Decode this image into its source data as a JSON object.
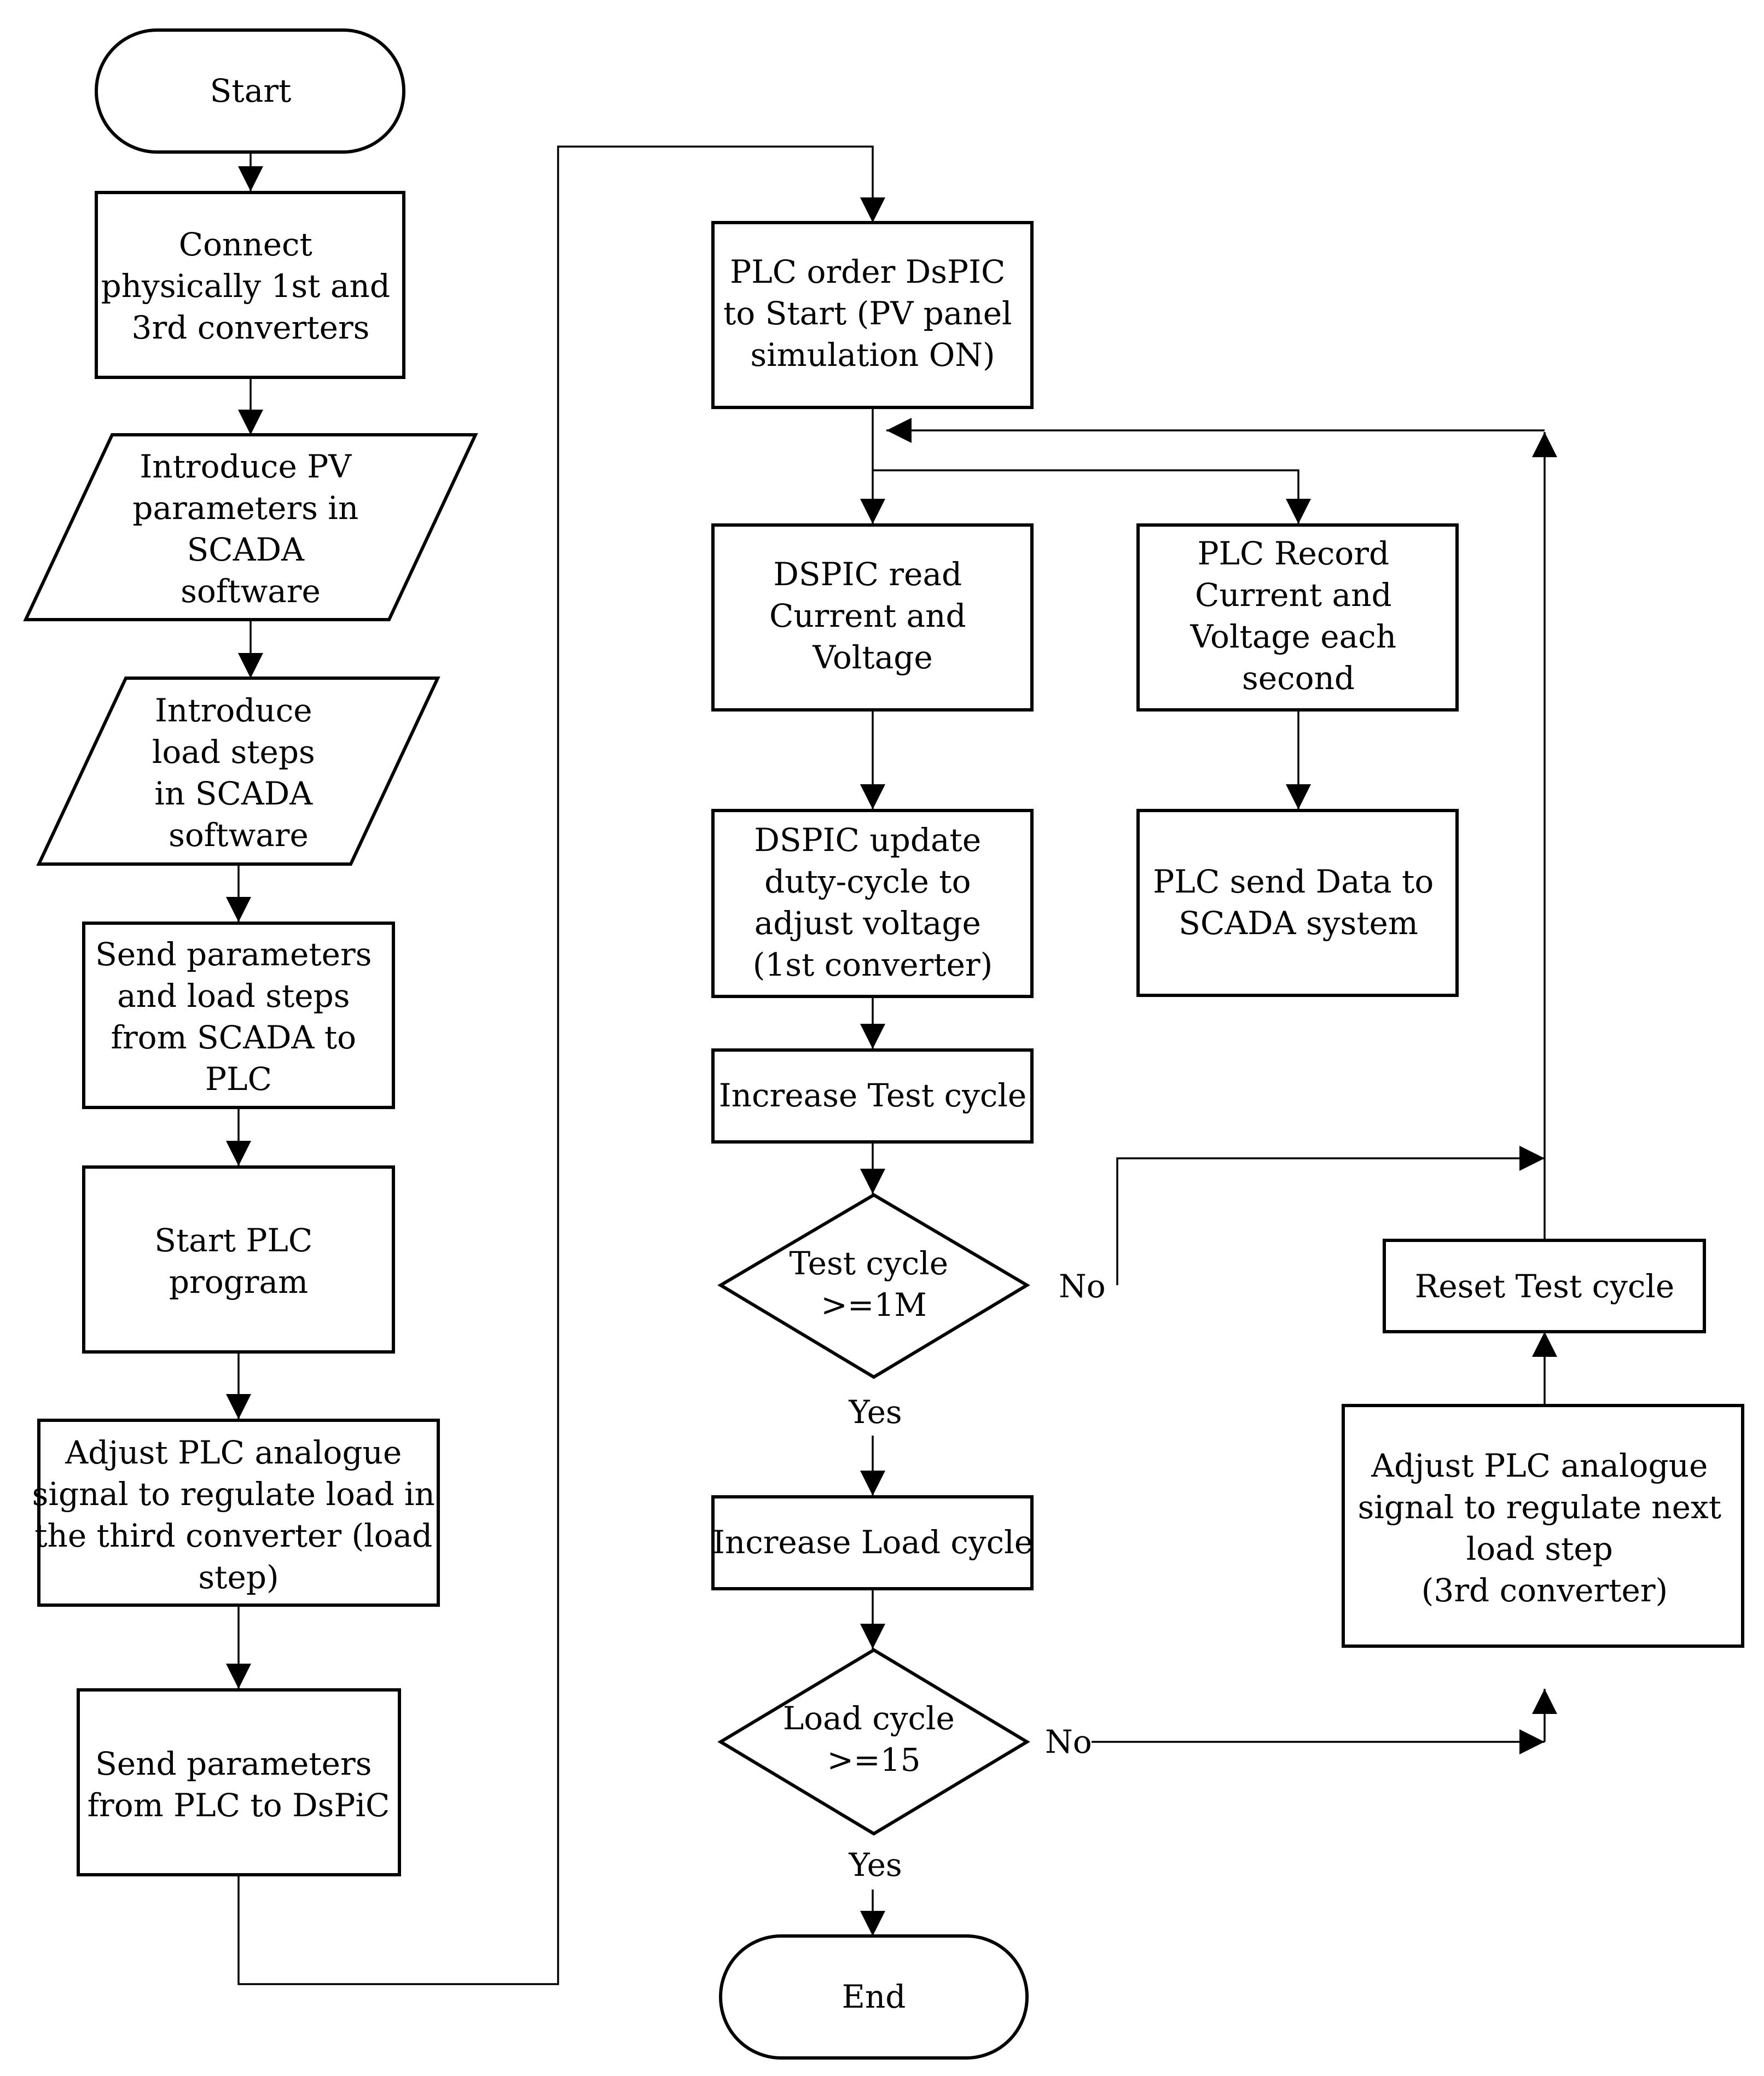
{
  "nodes": [
    {
      "id": "start",
      "shape": "terminal",
      "lines": [
        "Start"
      ]
    },
    {
      "id": "connect",
      "shape": "process",
      "lines": [
        "Connect",
        "physically 1st and",
        "3rd converters"
      ]
    },
    {
      "id": "introduce_pv",
      "shape": "io",
      "lines": [
        "Introduce PV",
        "parameters in",
        "SCADA",
        "software"
      ]
    },
    {
      "id": "introduce_load",
      "shape": "io",
      "lines": [
        "Introduce",
        "load steps",
        "in SCADA",
        "software"
      ]
    },
    {
      "id": "send_params_scada",
      "shape": "process",
      "lines": [
        "Send parameters",
        "and load steps",
        "from SCADA to",
        "PLC"
      ]
    },
    {
      "id": "start_plc",
      "shape": "process",
      "lines": [
        "Start PLC",
        "program"
      ]
    },
    {
      "id": "adjust_plc_load",
      "shape": "process",
      "lines": [
        "Adjust PLC analogue",
        "signal to regulate load in",
        "the third converter (load",
        "step)"
      ]
    },
    {
      "id": "send_params_dspic",
      "shape": "process",
      "lines": [
        "Send parameters",
        "from PLC to DsPiC"
      ]
    },
    {
      "id": "plc_order",
      "shape": "process",
      "lines": [
        "PLC order DsPIC",
        "to Start (PV panel",
        "simulation ON)"
      ]
    },
    {
      "id": "dspic_read",
      "shape": "process",
      "lines": [
        "DSPIC read",
        "Current and",
        "Voltage"
      ]
    },
    {
      "id": "plc_record",
      "shape": "process",
      "lines": [
        "PLC Record",
        "Current  and",
        "Voltage each",
        "second"
      ]
    },
    {
      "id": "dspic_update",
      "shape": "process",
      "lines": [
        "DSPIC update",
        "duty-cycle to",
        "adjust voltage",
        "(1st converter)"
      ]
    },
    {
      "id": "plc_send_data",
      "shape": "process",
      "lines": [
        "PLC send Data to",
        "SCADA system"
      ]
    },
    {
      "id": "increase_test",
      "shape": "process",
      "lines": [
        "Increase Test cycle"
      ]
    },
    {
      "id": "test_decision",
      "shape": "decision",
      "lines": [
        "Test cycle",
        ">=1M"
      ]
    },
    {
      "id": "increase_load",
      "shape": "process",
      "lines": [
        "Increase Load cycle"
      ]
    },
    {
      "id": "load_decision",
      "shape": "decision",
      "lines": [
        "Load cycle",
        ">=15"
      ]
    },
    {
      "id": "end",
      "shape": "terminal",
      "lines": [
        "End"
      ]
    },
    {
      "id": "reset_test",
      "shape": "process",
      "lines": [
        "Reset Test cycle"
      ]
    },
    {
      "id": "adjust_next",
      "shape": "process",
      "lines": [
        "Adjust PLC analogue",
        "signal to regulate next",
        "load step",
        "(3rd converter)"
      ]
    }
  ],
  "edge_labels": {
    "test_no": "No",
    "test_yes": "Yes",
    "load_no": "No",
    "load_yes": "Yes"
  }
}
